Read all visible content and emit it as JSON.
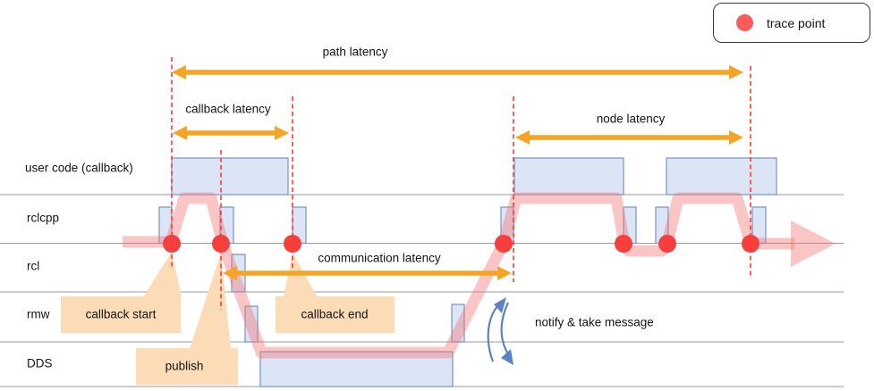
{
  "legend": {
    "label": "trace point"
  },
  "lanes": [
    {
      "label": "user code (callback)"
    },
    {
      "label": "rclcpp"
    },
    {
      "label": "rcl"
    },
    {
      "label": "rmw"
    },
    {
      "label": "DDS"
    }
  ],
  "latency_labels": {
    "path": "path latency",
    "callback": "callback latency",
    "node": "node latency",
    "communication": "communication latency"
  },
  "callouts": {
    "callback_start": "callback start",
    "publish": "publish",
    "callback_end": "callback end",
    "notify_take": "notify & take message"
  },
  "trace_points": {
    "count": 7,
    "x_positions": [
      192,
      247,
      327,
      563,
      697,
      746,
      838
    ],
    "on_boundary": "rclcpp / rcl"
  },
  "colors": {
    "line_gray": "#9a9a9a",
    "box_fill": "#dbe5f6",
    "box_border": "#7593c9",
    "dash_red": "#fb3a35",
    "dot_red": "#f43f3d",
    "legend_dot_red": "#f95c5c",
    "arrow_orange": "#f5a425",
    "path_pink": "rgba(243,116,116,0.42)",
    "callout_peach": "#fbdcb6",
    "notify_blue": "#5b83c4",
    "legend_border": "#3a3a3a",
    "text_dark": "#141414"
  }
}
